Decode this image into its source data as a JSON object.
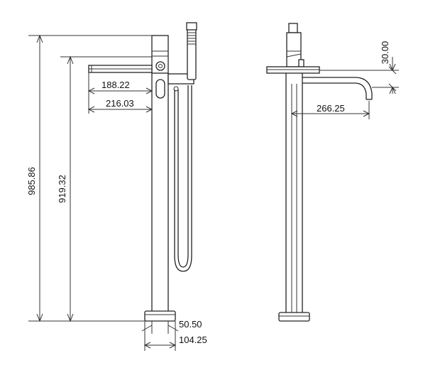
{
  "drawing": {
    "front_view": {
      "dimensions": {
        "total_height": "985.86",
        "spout_height": "919.32",
        "spout_reach_inner": "188.22",
        "spout_reach_outer": "216.03",
        "pipe_diameter": "50.50",
        "base_diameter": "104.25"
      }
    },
    "side_view": {
      "dimensions": {
        "spout_drop": "30.00",
        "spout_projection": "266.25"
      }
    }
  }
}
